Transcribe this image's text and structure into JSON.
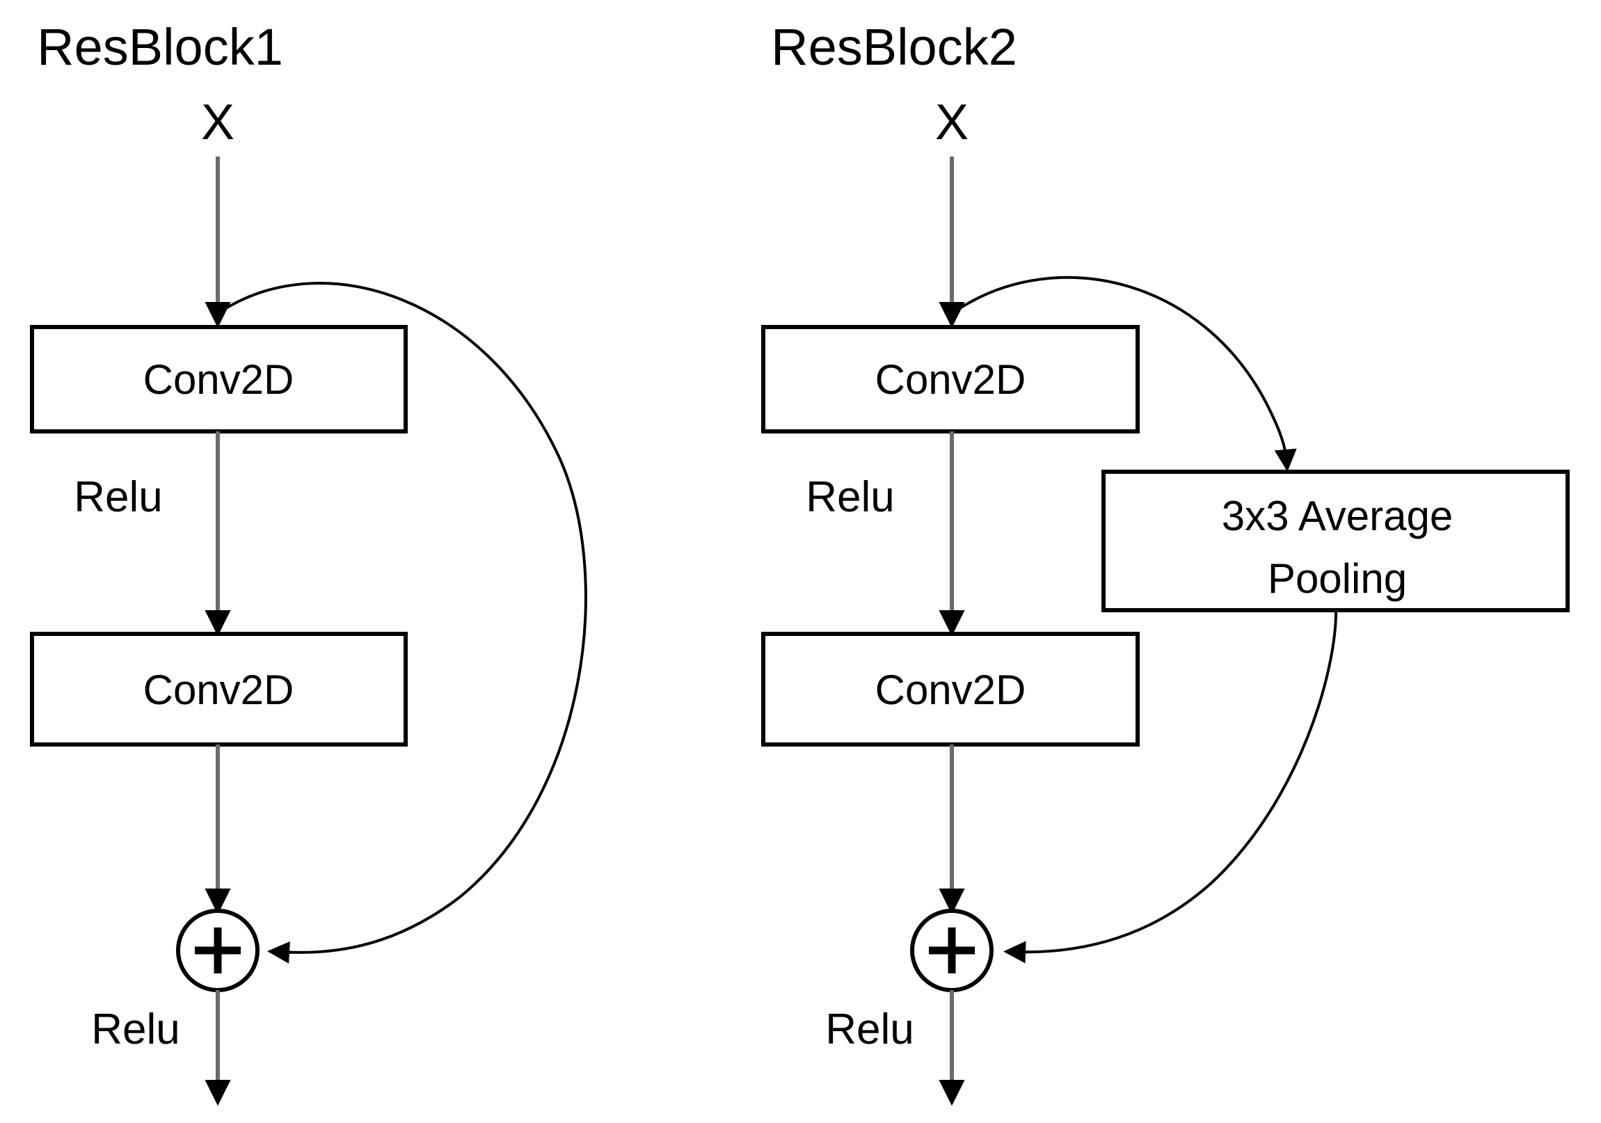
{
  "diagram": {
    "title_left": "ResBlock1",
    "title_right": "ResBlock2",
    "blocks": [
      {
        "id": "resblock1",
        "name": "ResBlock1",
        "input_label": "X",
        "nodes": [
          {
            "id": "conv1",
            "label": "Conv2D",
            "kind": "box"
          },
          {
            "id": "relu1",
            "label": "Relu",
            "kind": "annotation"
          },
          {
            "id": "conv2",
            "label": "Conv2D",
            "kind": "box"
          },
          {
            "id": "sum",
            "label": "+",
            "kind": "circle"
          },
          {
            "id": "relu2",
            "label": "Relu",
            "kind": "annotation"
          }
        ],
        "skip_path": "identity"
      },
      {
        "id": "resblock2",
        "name": "ResBlock2",
        "input_label": "X",
        "nodes": [
          {
            "id": "conv1",
            "label": "Conv2D",
            "kind": "box"
          },
          {
            "id": "relu1",
            "label": "Relu",
            "kind": "annotation"
          },
          {
            "id": "conv2",
            "label": "Conv2D",
            "kind": "box"
          },
          {
            "id": "pool",
            "label_line1": "3x3 Average",
            "label_line2": "Pooling",
            "kind": "box"
          },
          {
            "id": "sum",
            "label": "+",
            "kind": "circle"
          },
          {
            "id": "relu2",
            "label": "Relu",
            "kind": "annotation"
          }
        ],
        "skip_path": "3x3 Average Pooling"
      }
    ],
    "colors": {
      "stroke": "#000000",
      "flow_line": "#6b6b6b",
      "background": "#ffffff"
    }
  }
}
